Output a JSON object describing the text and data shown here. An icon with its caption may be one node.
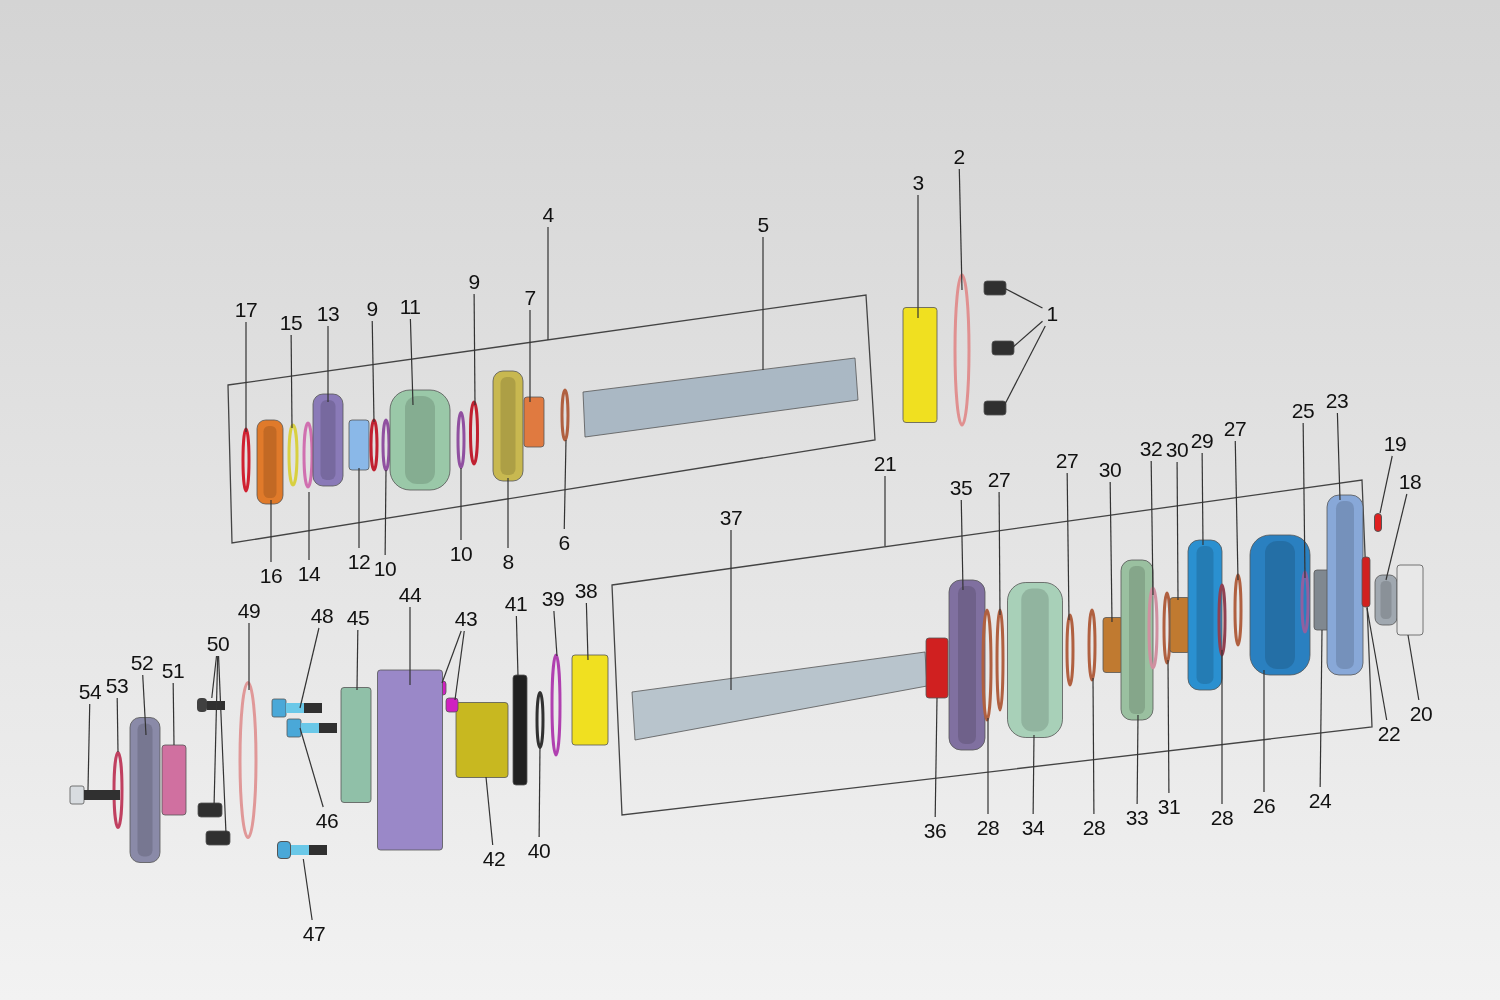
{
  "diagram": {
    "nodes": [
      {
        "text": [
          "1"
        ]
      },
      {
        "text": [
          "2"
        ]
      },
      {
        "text": [
          "3"
        ]
      },
      {
        "text": [
          "4"
        ]
      },
      {
        "text": [
          "5"
        ]
      },
      {
        "text": [
          "7"
        ]
      },
      {
        "text": [
          "9"
        ]
      },
      {
        "text": [
          "11"
        ]
      },
      {
        "text": [
          "9"
        ]
      },
      {
        "text": [
          "13"
        ]
      },
      {
        "text": [
          "15"
        ]
      },
      {
        "text": [
          "17"
        ]
      },
      {
        "text": [
          "16"
        ]
      },
      {
        "text": [
          "14"
        ]
      },
      {
        "text": [
          "12"
        ]
      },
      {
        "text": [
          "10"
        ]
      },
      {
        "text": [
          "10"
        ]
      },
      {
        "text": [
          "8"
        ]
      },
      {
        "text": [
          "6"
        ]
      },
      {
        "text": [
          "21"
        ]
      },
      {
        "text": [
          "37"
        ]
      },
      {
        "text": [
          "35"
        ]
      },
      {
        "text": [
          "27"
        ]
      },
      {
        "text": [
          "27"
        ]
      },
      {
        "text": [
          "30"
        ]
      },
      {
        "text": [
          "32"
        ]
      },
      {
        "text": [
          "30"
        ]
      },
      {
        "text": [
          "29"
        ]
      },
      {
        "text": [
          "27"
        ]
      },
      {
        "text": [
          "25"
        ]
      },
      {
        "text": [
          "23"
        ]
      },
      {
        "text": [
          "19"
        ]
      },
      {
        "text": [
          "18"
        ]
      },
      {
        "text": [
          "20"
        ]
      },
      {
        "text": [
          "22"
        ]
      },
      {
        "text": [
          "24"
        ]
      },
      {
        "text": [
          "26"
        ]
      },
      {
        "text": [
          "28"
        ]
      },
      {
        "text": [
          "31"
        ]
      },
      {
        "text": [
          "33"
        ]
      },
      {
        "text": [
          "28"
        ]
      },
      {
        "text": [
          "34"
        ]
      },
      {
        "text": [
          "28"
        ]
      },
      {
        "text": [
          "36"
        ]
      },
      {
        "text": [
          "38"
        ]
      },
      {
        "text": [
          "39"
        ]
      },
      {
        "text": [
          "41"
        ]
      },
      {
        "text": [
          "40"
        ]
      },
      {
        "text": [
          "42"
        ]
      },
      {
        "text": [
          "43"
        ]
      },
      {
        "text": [
          "44"
        ]
      },
      {
        "text": [
          "45"
        ]
      },
      {
        "text": [
          "48"
        ]
      },
      {
        "text": [
          "46"
        ]
      },
      {
        "text": [
          "47"
        ]
      },
      {
        "text": [
          "49"
        ]
      },
      {
        "text": [
          "50"
        ]
      },
      {
        "text": [
          "51"
        ]
      },
      {
        "text": [
          "52"
        ]
      },
      {
        "text": [
          "53"
        ]
      },
      {
        "text": [
          "54"
        ]
      },
      {
        "text": [],
        "shape": "box"
      },
      {
        "text": [],
        "shape": "bolt"
      },
      {
        "text": [],
        "shape": "bolt"
      }
    ],
    "edges": [
      {
        "from": 0,
        "to": null,
        "arrow": "none"
      },
      {
        "from": 0,
        "to": null,
        "arrow": "none"
      },
      {
        "from": 0,
        "to": null,
        "arrow": "none"
      },
      {
        "from": 1,
        "to": null,
        "arrow": "none"
      },
      {
        "from": 2,
        "to": null,
        "arrow": "none"
      },
      {
        "from": 3,
        "to": null,
        "arrow": "none"
      },
      {
        "from": 4,
        "to": null,
        "arrow": "none"
      },
      {
        "from": 5,
        "to": null,
        "arrow": "none"
      },
      {
        "from": 6,
        "to": null,
        "arrow": "none"
      },
      {
        "from": 7,
        "to": null,
        "arrow": "none"
      },
      {
        "from": 8,
        "to": null,
        "arrow": "none"
      },
      {
        "from": 9,
        "to": null,
        "arrow": "none"
      },
      {
        "from": 10,
        "to": null,
        "arrow": "none"
      },
      {
        "from": 11,
        "to": null,
        "arrow": "none"
      },
      {
        "from": 12,
        "to": null,
        "arrow": "none"
      },
      {
        "from": 13,
        "to": null,
        "arrow": "none"
      },
      {
        "from": 14,
        "to": null,
        "arrow": "none"
      },
      {
        "from": 15,
        "to": null,
        "arrow": "none"
      },
      {
        "from": 16,
        "to": null,
        "arrow": "none"
      },
      {
        "from": 17,
        "to": null,
        "arrow": "none"
      },
      {
        "from": 18,
        "to": null,
        "arrow": "none"
      },
      {
        "from": 19,
        "to": null,
        "arrow": "none"
      },
      {
        "from": 20,
        "to": null,
        "arrow": "none"
      },
      {
        "from": 21,
        "to": null,
        "arrow": "none"
      },
      {
        "from": 22,
        "to": null,
        "arrow": "none"
      },
      {
        "from": 23,
        "to": null,
        "arrow": "none"
      },
      {
        "from": 24,
        "to": null,
        "arrow": "none"
      },
      {
        "from": 25,
        "to": null,
        "arrow": "none"
      },
      {
        "from": 26,
        "to": null,
        "arrow": "none"
      },
      {
        "from": 27,
        "to": null,
        "arrow": "none"
      },
      {
        "from": 28,
        "to": null,
        "arrow": "none"
      },
      {
        "from": 29,
        "to": null,
        "arrow": "none"
      },
      {
        "from": 30,
        "to": null,
        "arrow": "none"
      },
      {
        "from": 31,
        "to": 61,
        "arrow": "none"
      },
      {
        "from": 32,
        "to": null,
        "arrow": "none"
      },
      {
        "from": 33,
        "to": null,
        "arrow": "none"
      },
      {
        "from": 34,
        "to": null,
        "arrow": "none"
      },
      {
        "from": 35,
        "to": null,
        "arrow": "none"
      },
      {
        "from": 36,
        "to": null,
        "arrow": "none"
      },
      {
        "from": 37,
        "to": null,
        "arrow": "none"
      },
      {
        "from": 38,
        "to": null,
        "arrow": "none"
      },
      {
        "from": 39,
        "to": null,
        "arrow": "none"
      },
      {
        "from": 40,
        "to": null,
        "arrow": "none"
      },
      {
        "from": 41,
        "to": null,
        "arrow": "none"
      },
      {
        "from": 42,
        "to": null,
        "arrow": "none"
      },
      {
        "from": 43,
        "to": null,
        "arrow": "none"
      },
      {
        "from": 44,
        "to": null,
        "arrow": "none"
      },
      {
        "from": 45,
        "to": null,
        "arrow": "none"
      },
      {
        "from": 46,
        "to": null,
        "arrow": "none"
      },
      {
        "from": 47,
        "to": null,
        "arrow": "none"
      },
      {
        "from": 48,
        "to": null,
        "arrow": "none"
      },
      {
        "from": 49,
        "to": null,
        "arrow": "none"
      },
      {
        "from": 49,
        "to": null,
        "arrow": "none"
      },
      {
        "from": 50,
        "to": null,
        "arrow": "none"
      },
      {
        "from": 51,
        "to": null,
        "arrow": "none"
      },
      {
        "from": 52,
        "to": null,
        "arrow": "none"
      },
      {
        "from": 53,
        "to": null,
        "arrow": "none"
      },
      {
        "from": 54,
        "to": 62,
        "arrow": "none"
      },
      {
        "from": 55,
        "to": null,
        "arrow": "none"
      },
      {
        "from": 56,
        "to": 63,
        "arrow": "none"
      },
      {
        "from": 56,
        "to": null,
        "arrow": "none"
      },
      {
        "from": 56,
        "to": null,
        "arrow": "none"
      },
      {
        "from": 57,
        "to": null,
        "arrow": "none"
      },
      {
        "from": 58,
        "to": null,
        "arrow": "none"
      },
      {
        "from": 59,
        "to": null,
        "arrow": "none"
      },
      {
        "from": 60,
        "to": null,
        "arrow": "none"
      }
    ]
  }
}
